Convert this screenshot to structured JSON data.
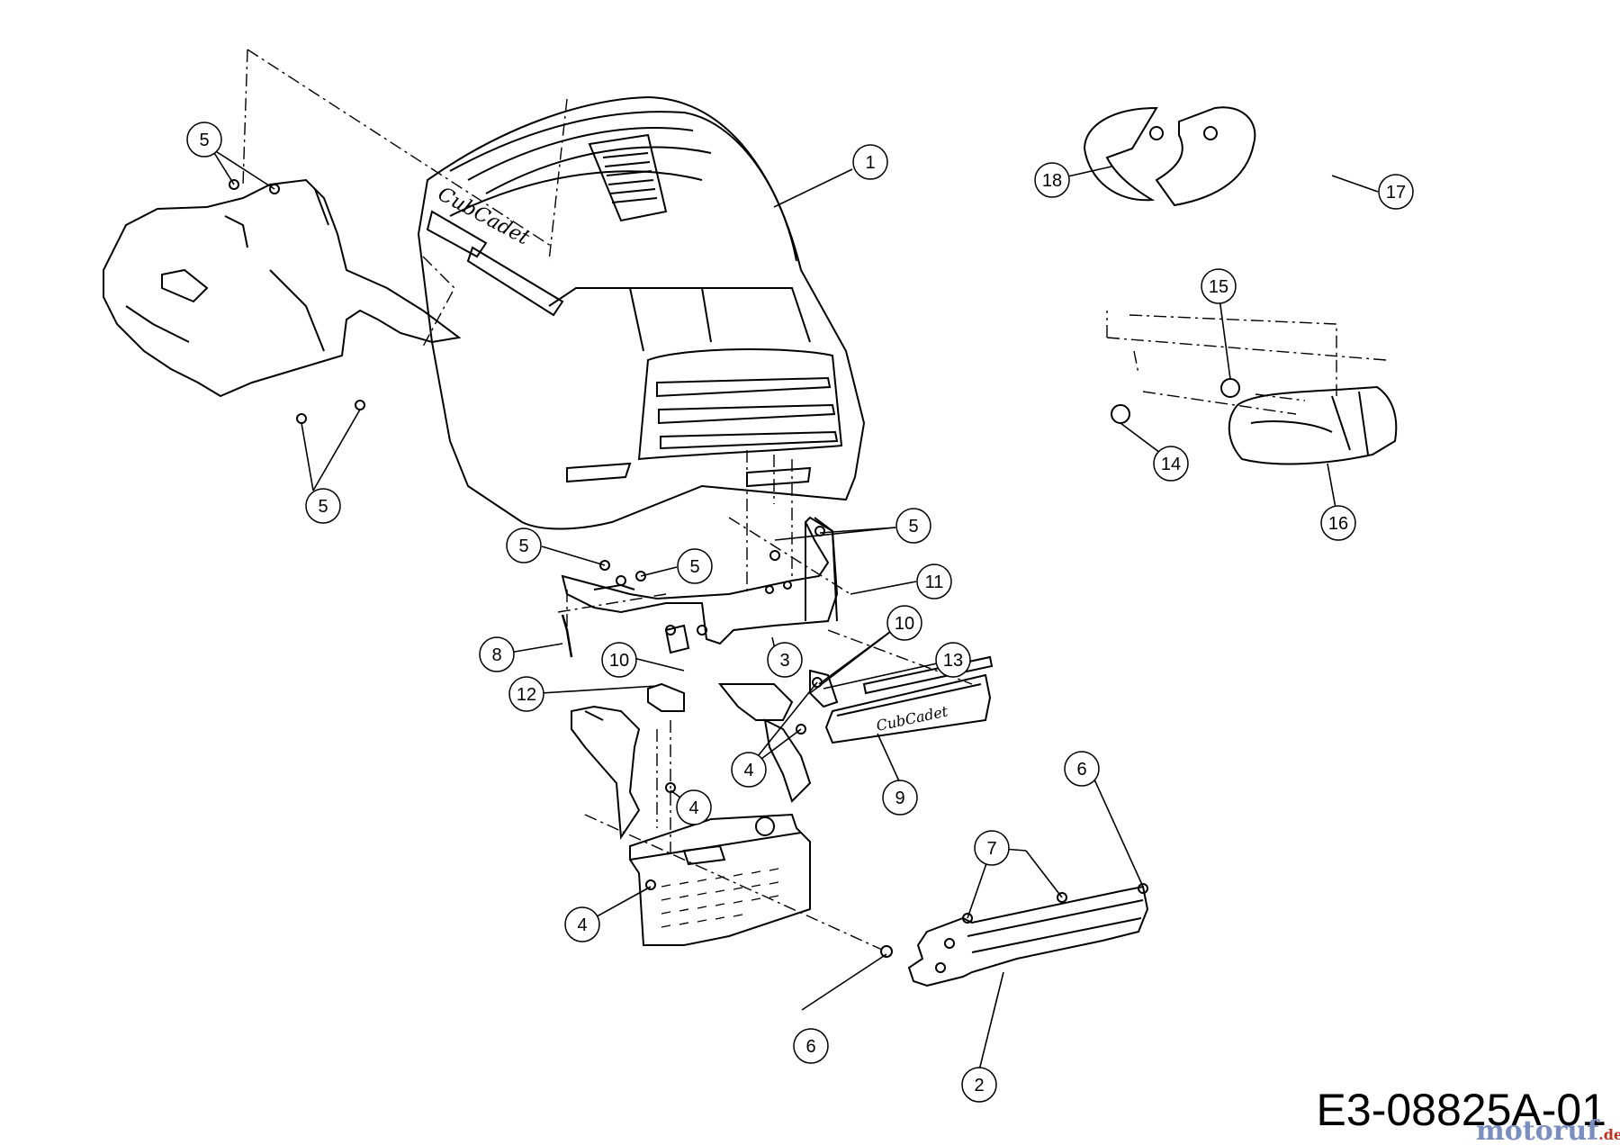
{
  "drawing_code": "E3-08825A-01",
  "watermark": {
    "brand": "motoruf",
    "tld": ".de",
    "colors": {
      "brand": "#7a8fc0",
      "tld": "#c03020"
    }
  },
  "logos": {
    "hood": "CubCadet",
    "grille_badge": "CubCadet"
  },
  "colors": {
    "line": "#000000",
    "background": "#ffffff"
  },
  "callouts": [
    {
      "id": "c1",
      "label": "1"
    },
    {
      "id": "c2",
      "label": "2"
    },
    {
      "id": "c3",
      "label": "3"
    },
    {
      "id": "c4a",
      "label": "4"
    },
    {
      "id": "c4b",
      "label": "4"
    },
    {
      "id": "c4c",
      "label": "4"
    },
    {
      "id": "c5a",
      "label": "5"
    },
    {
      "id": "c5b",
      "label": "5"
    },
    {
      "id": "c5c",
      "label": "5"
    },
    {
      "id": "c5d",
      "label": "5"
    },
    {
      "id": "c5e",
      "label": "5"
    },
    {
      "id": "c6a",
      "label": "6"
    },
    {
      "id": "c6b",
      "label": "6"
    },
    {
      "id": "c7",
      "label": "7"
    },
    {
      "id": "c8",
      "label": "8"
    },
    {
      "id": "c9",
      "label": "9"
    },
    {
      "id": "c10a",
      "label": "10"
    },
    {
      "id": "c10b",
      "label": "10"
    },
    {
      "id": "c11",
      "label": "11"
    },
    {
      "id": "c12",
      "label": "12"
    },
    {
      "id": "c13",
      "label": "13"
    },
    {
      "id": "c14",
      "label": "14"
    },
    {
      "id": "c15",
      "label": "15"
    },
    {
      "id": "c16",
      "label": "16"
    },
    {
      "id": "c17",
      "label": "17"
    },
    {
      "id": "c18",
      "label": "18"
    }
  ]
}
